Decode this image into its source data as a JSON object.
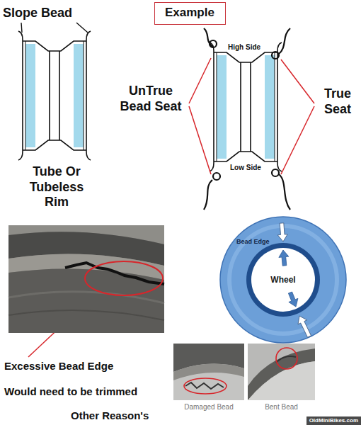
{
  "diagram": {
    "nodes": [
      {
        "text": [
          "Example"
        ]
      },
      {
        "text": [
          "Bead Edge"
        ]
      },
      {
        "text": [
          "Wheel"
        ],
        "in": 1
      }
    ],
    "labels": [
      "Slope Bead",
      "Tube Or Tubeless Rim",
      "High Side",
      "Low Side",
      "UnTrue Bead Seat",
      "True Seat",
      "Excessive Bead Edge",
      "Would need to be trimmed",
      "Other Reason's",
      "Damaged Bead",
      "Bent Bead",
      "OldMiniBikes.com"
    ]
  }
}
